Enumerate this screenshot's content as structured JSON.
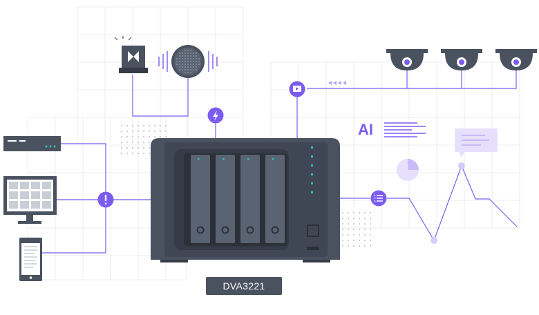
{
  "device": {
    "model_label": "DVA3221",
    "drive_bays": 4
  },
  "ai_label": "AI",
  "colors": {
    "accent": "#7b5cf0",
    "accent_light": "#b3a3f7",
    "device_body": "#4a5260",
    "device_dark": "#363c47",
    "led_teal": "#2ec4b6",
    "grid": "#ececf1"
  },
  "hubs": [
    {
      "name": "lightning-icon"
    },
    {
      "name": "video-icon"
    },
    {
      "name": "alert-icon"
    },
    {
      "name": "list-icon"
    }
  ],
  "cameras": 3,
  "clients": [
    "nvr-box",
    "monitor",
    "mobile-phone"
  ]
}
